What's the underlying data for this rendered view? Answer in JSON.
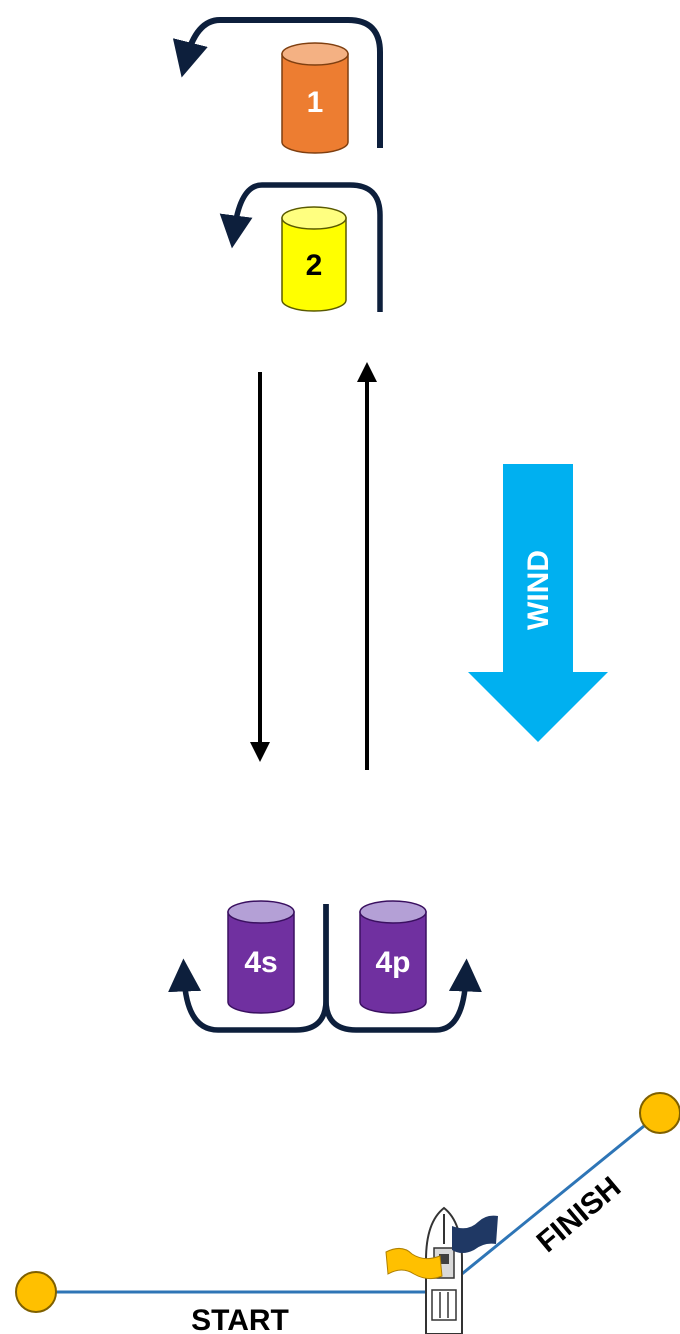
{
  "marks": [
    {
      "label": "1",
      "color": "#ED7D31",
      "top_color": "#F4B183"
    },
    {
      "label": "2",
      "color": "#FFFF00",
      "top_color": "#FFFF80"
    },
    {
      "label": "4s",
      "color": "#7030A0",
      "top_color": "#B4A0D6"
    },
    {
      "label": "4p",
      "color": "#7030A0",
      "top_color": "#B4A0D6"
    }
  ],
  "wind": {
    "label": "WIND",
    "color": "#00B0F0"
  },
  "start_line": {
    "label": "START",
    "color": "#2E75B6"
  },
  "finish_line": {
    "label": "FINISH",
    "color": "#2E75B6"
  },
  "colors": {
    "rounding_arrow": "#0D1F3C",
    "leg_arrow": "#000000",
    "buoy": "#FFC000",
    "flag_yellow": "#FFC000",
    "flag_blue": "#1F3864"
  }
}
